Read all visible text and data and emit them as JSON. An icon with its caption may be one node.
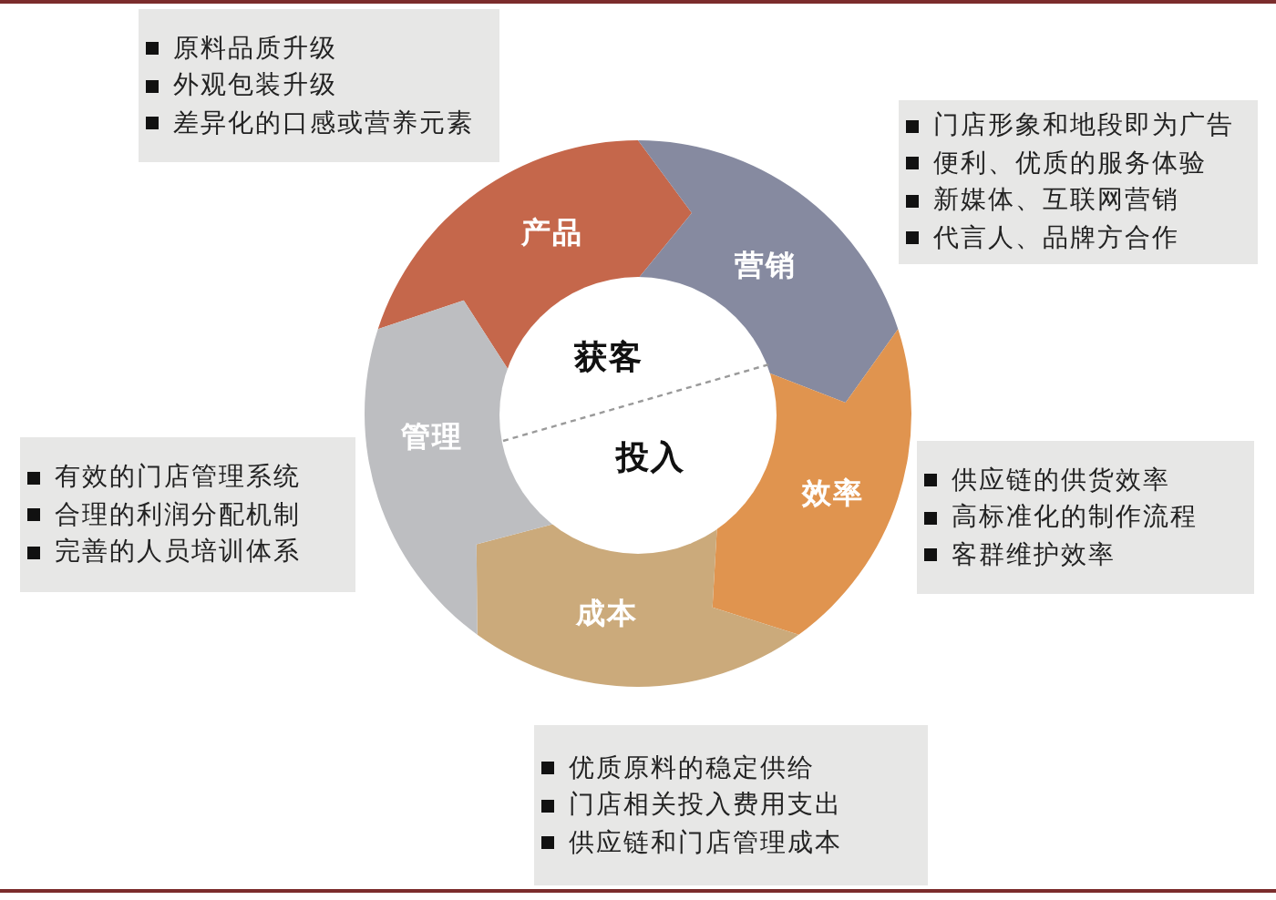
{
  "diagram": {
    "nodes": [
      {
        "text": [
          "产品"
        ]
      },
      {
        "text": [
          "营销"
        ]
      },
      {
        "text": [
          "效率"
        ]
      },
      {
        "text": [
          "成本"
        ]
      },
      {
        "text": [
          "管理"
        ]
      },
      {
        "text": [
          "获客",
          "投入"
        ]
      },
      {
        "text": [
          "原料品质升级",
          "外观包装升级",
          "差异化的口感或营养元素"
        ]
      },
      {
        "text": [
          "门店形象和地段即为广告",
          "便利、优质的服务体验",
          "新媒体、互联网营销",
          "代言人、品牌方合作"
        ]
      },
      {
        "text": [
          "供应链的供货效率",
          "高标准化的制作流程",
          "客群维护效率"
        ]
      },
      {
        "text": [
          "优质原料的稳定供给",
          "门店相关投入费用支出",
          "供应链和门店管理成本"
        ]
      },
      {
        "text": [
          "有效的门店管理系统",
          "合理的利润分配机制",
          "完善的人员培训体系"
        ]
      }
    ]
  }
}
